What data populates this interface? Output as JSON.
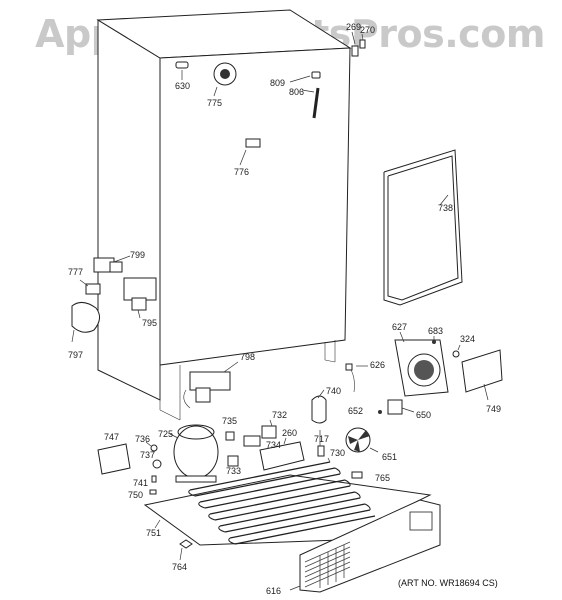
{
  "watermark": "AppliancePartsPros.com",
  "art_number": "(ART NO. WR18694 CS)",
  "part_labels": {
    "p269": "269",
    "p270": "270",
    "p630": "630",
    "p775": "775",
    "p809": "809",
    "p806": "806",
    "p776": "776",
    "p738": "738",
    "p799": "799",
    "p777": "777",
    "p795": "795",
    "p797": "797",
    "p627": "627",
    "p683": "683",
    "p324": "324",
    "p798": "798",
    "p626": "626",
    "p740": "740",
    "p652": "652",
    "p650": "650",
    "p749": "749",
    "p747": "747",
    "p736": "736",
    "p725": "725",
    "p735": "735",
    "p732": "732",
    "p260": "260",
    "p717": "717",
    "p737": "737",
    "p734": "734",
    "p733": "733",
    "p651": "651",
    "p730": "730",
    "p741": "741",
    "p765": "765",
    "p750": "750",
    "p751": "751",
    "p764": "764",
    "p616": "616"
  }
}
